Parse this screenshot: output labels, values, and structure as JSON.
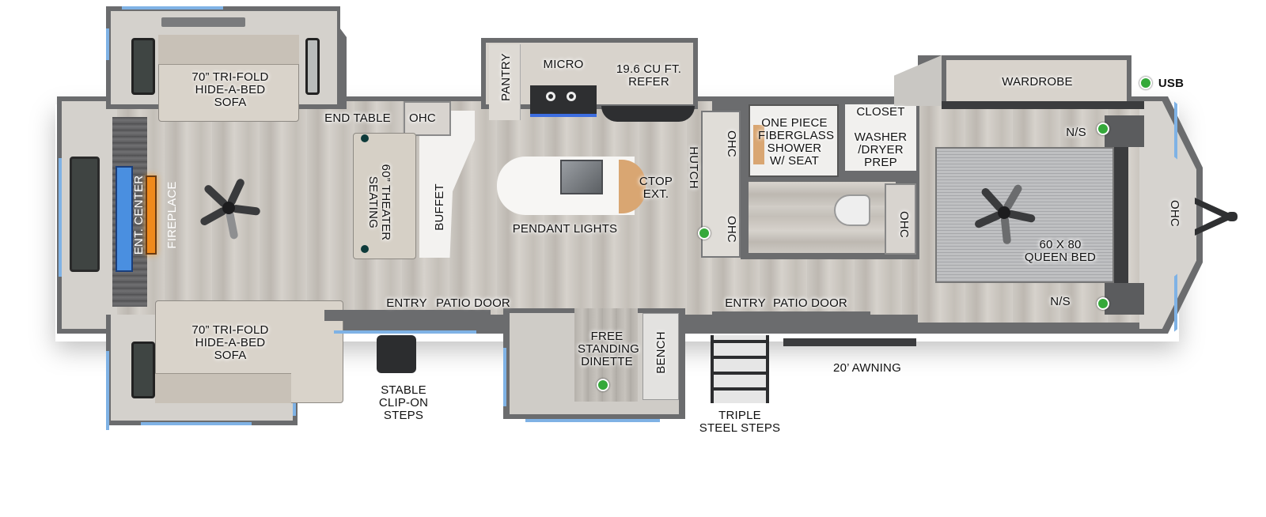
{
  "floorplan": {
    "type": "RV travel trailer floor plan (top view)",
    "colors": {
      "wall": "#6b6c6e",
      "window": "#7fb2e5",
      "fireplace": "#f08a1c",
      "ent_center_screen": "#4a8fe0",
      "outlet_dot": "#35a93a"
    },
    "legend": {
      "usb_label": "USB"
    },
    "living": {
      "sofa_top": [
        "70” TRI-FOLD",
        "HIDE-A-BED",
        "SOFA"
      ],
      "sofa_bottom": [
        "70” TRI-FOLD",
        "HIDE-A-BED",
        "SOFA"
      ],
      "end_table": "END TABLE",
      "ohc": "OHC",
      "ent_center": "ENT. CENTER",
      "fireplace": "FIREPLACE",
      "theater_seating": [
        "60” THEATER",
        "SEATING"
      ],
      "buffet": "BUFFET"
    },
    "kitchen": {
      "pantry": "PANTRY",
      "micro": "MICRO",
      "refer": [
        "19.6 CU FT.",
        "REFER"
      ],
      "ctop_ext": [
        "CTOP",
        "EXT."
      ],
      "pendant_lights": "PENDANT LIGHTS",
      "hutch": "HUTCH",
      "ohc_1": "OHC",
      "ohc_2": "OHC"
    },
    "bath": {
      "shower": [
        "ONE PIECE",
        "FIBERGLASS",
        "SHOWER",
        "W/ SEAT"
      ],
      "closet": "CLOSET",
      "washer_dryer": [
        "WASHER",
        "/DRYER",
        "PREP"
      ],
      "ohc": "OHC"
    },
    "bedroom": {
      "wardrobe": "WARDROBE",
      "ns_top": "N/S",
      "ns_bottom": "N/S",
      "bed": [
        "60 X 80",
        "QUEEN BED"
      ],
      "ohc_front": "OHC"
    },
    "doors": {
      "entry_1": "ENTRY",
      "patio_door_1": "PATIO DOOR",
      "entry_2": "ENTRY",
      "patio_door_2": "PATIO DOOR"
    },
    "dinette": {
      "dinette": [
        "FREE",
        "STANDING",
        "DINETTE"
      ],
      "bench": "BENCH"
    },
    "exterior": {
      "clip_on_steps": [
        "STABLE",
        "CLIP-ON",
        "STEPS"
      ],
      "triple_steps": [
        "TRIPLE",
        "STEEL STEPS"
      ],
      "awning": "20’ AWNING"
    }
  }
}
